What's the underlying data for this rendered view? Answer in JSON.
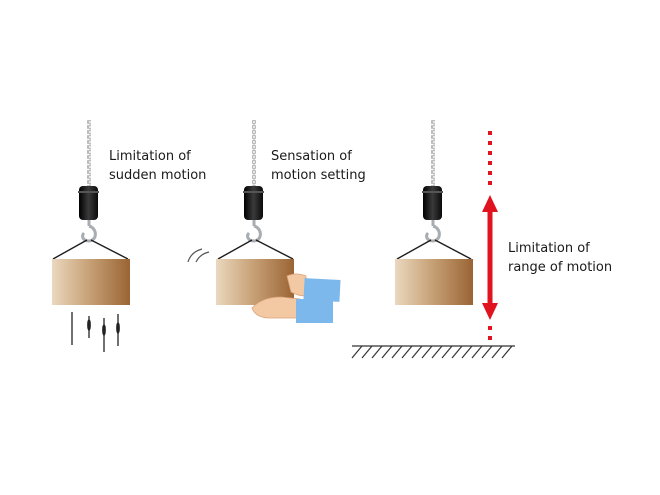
{
  "labels": {
    "sudden_motion": {
      "line1": "Limitation of",
      "line2": "sudden motion"
    },
    "motion_setting": {
      "line1": "Sensation of",
      "line2": "motion setting"
    },
    "range_of_motion": {
      "line1": "Limitation of",
      "line2": "range of motion"
    }
  },
  "colors": {
    "box_dark": "#9a6a38",
    "box_light": "#e9d6bc",
    "hoist_body": "#1c1c1c",
    "hook": "#9aa0a6",
    "sleeve": "#7db8ec",
    "skin": "#f3c9a4",
    "range_arrow": "#e0141e",
    "ground": "#333333"
  },
  "icons": [
    "chain-icon",
    "hoist-icon",
    "hook-icon",
    "load-box-icon",
    "hand-icon",
    "double-arrow-icon",
    "ground-hatch-icon"
  ]
}
